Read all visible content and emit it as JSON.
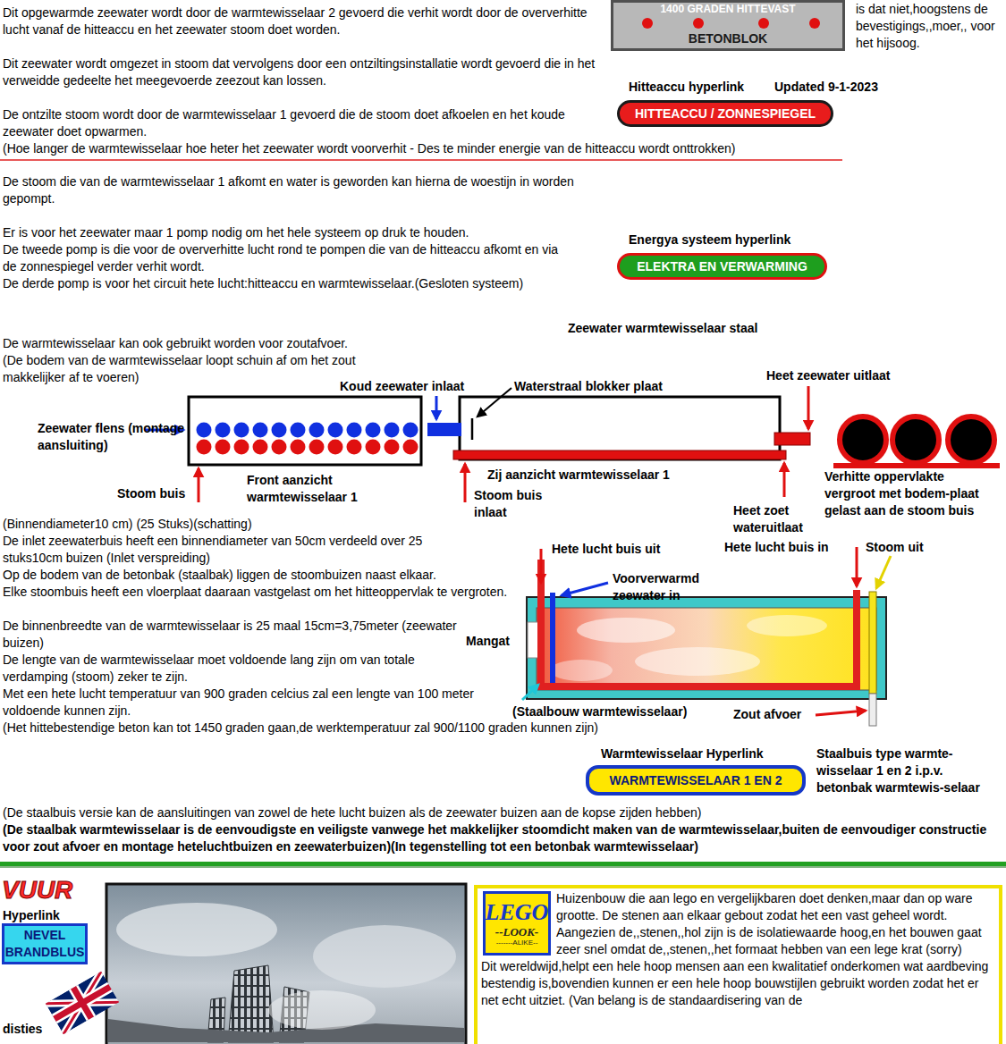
{
  "diagram": {
    "title": "Zeewater warmtewisselaar staal",
    "nodes": [
      {
        "text": [
          "1400 GRADEN HITTEVAST",
          "BETONBLOK"
        ]
      },
      {
        "text": [
          "HITTEACCU / ZONNESPIEGEL"
        ]
      },
      {
        "text": [
          "ELEKTRA EN VERWARMING"
        ]
      },
      {
        "text": [
          "WARMTEWISSELAAR 1 EN 2"
        ]
      },
      {
        "text": [
          "NEVEL BRANDBLUS"
        ]
      },
      {
        "text": [
          "Huizenbouw die aan lego en vergelijkbaren doet denken,maar dan op ware grootte. De stenen aan elkaar gebout zodat het een vast geheel wordt. Aangezien de,,stenen,,hol zijn is de isolatiewaarde hoog,en het bouwen gaat zeer snel omdat de,,stenen,,het formaat hebben van een lege krat (sorry)",
          "Dit wereldwijd,helpt een hele hoop mensen aan een kwalitatief onderkomen wat aardbeving bestendig is,bovendien kunnen er een hele hoop bouwstijlen gebruikt worden zodat het er net echt uitziet. (Van belang is de standaardisering van de"
        ]
      },
      {
        "text": [
          "LEGO",
          "--LOOK-",
          "-------ALIKE--"
        ],
        "in": 5
      }
    ],
    "labels": [
      "Dit opgewarmde zeewater wordt door de warmtewisselaar 2 gevoerd die verhit wordt door de oververhitte lucht vanaf de hitteaccu en het zeewater stoom doet worden.",
      "Dit zeewater wordt omgezet in stoom dat vervolgens door een ontziltingsinstallatie wordt gevoerd die in het verweidde gedeelte het meegevoerde zeezout kan lossen.",
      "De ontzilte stoom wordt door de warmtewisselaar 1 gevoerd die de stoom doet afkoelen en het koude zeewater doet opwarmen.",
      "(Hoe langer de warmtewisselaar hoe heter het zeewater wordt voorverhit - Des te minder energie van de hitteaccu wordt onttrokken)",
      "De stoom die van de warmtewisselaar 1 afkomt en water is geworden kan hierna de woestijn in worden gepompt.",
      "Er is voor het zeewater maar 1 pomp nodig om het hele systeem op druk te houden.",
      "De tweede pomp is die voor de oververhitte lucht rond te pompen die van de hitteaccu afkomt en via de zonnespiegel verder verhit wordt.",
      "De derde pomp is voor het circuit hete lucht:hitteaccu en warmtewisselaar.(Gesloten systeem)",
      "is dat niet,hoogstens de bevestigings,,moer,, voor het hijsoog.",
      "Hitteaccu hyperlink",
      "Updated 9-1-2023",
      "Energya systeem hyperlink",
      "De warmtewisselaar kan ook gebruikt worden voor zoutafvoer.",
      "(De bodem van de warmtewisselaar loopt schuin af om het zout makkelijker af te voeren)",
      "Koud zeewater inlaat",
      "Waterstraal blokker plaat",
      "Heet zeewater uitlaat",
      "Zeewater flens (montage aansluiting)",
      "Front aanzicht warmtewisselaar 1",
      "Zij aanzicht warmtewisselaar 1",
      "Stoom buis",
      "Stoom buis inlaat",
      "Heet zoet wateruitlaat",
      "Verhitte oppervlakte vergroot met bodem-plaat gelast aan de stoom buis",
      "(Binnendiameter10 cm) (25 Stuks)(schatting)",
      "De inlet zeewaterbuis heeft een binnendiameter van 50cm verdeeld over 25 stuks10cm buizen (Inlet verspreiding)",
      "Op de bodem van de betonbak (staalbak) liggen de stoombuizen naast elkaar.",
      "Elke stoombuis heeft een vloerplaat daaraan vastgelast om het hitteoppervlak te vergroten.",
      "De binnenbreedte van de warmtewisselaar is 25 maal 15cm=3,75meter (zeewater buizen)",
      "De lengte van de warmtewisselaar moet voldoende lang zijn om van totale verdamping (stoom) zeker te zijn.",
      "Met een hete lucht temperatuur van 900 graden celcius zal een lengte van 100 meter voldoende kunnen zijn.",
      "(Het hittebestendige beton kan tot 1450 graden gaan,de werktemperatuur zal 900/1100 graden kunnen zijn)",
      "Hete lucht buis uit",
      "Voorverwarmd zeewater in",
      "Hete lucht buis in",
      "Stoom uit",
      "Mangat",
      "(Staalbouw warmtewisselaar)",
      "Zout afvoer",
      "Warmtewisselaar Hyperlink",
      "Staalbuis type warmte-wisselaar 1 en 2 i.p.v. betonbak warmtewis-selaar",
      "(De staalbuis versie kan de aansluitingen van zowel de hete lucht buizen als de zeewater buizen aan de kopse zijden hebben)",
      "(De staalbak warmtewisselaar is de eenvoudigste en veiligste vanwege het makkelijker stoomdicht maken van de warmtewisselaar,buiten de eenvoudiger constructie voor zout afvoer en montage heteluchtbuizen en zeewaterbuizen)(In tegenstelling tot een betonbak warmtewisselaar)",
      "VUUR",
      "Hyperlink",
      "disties"
    ]
  }
}
